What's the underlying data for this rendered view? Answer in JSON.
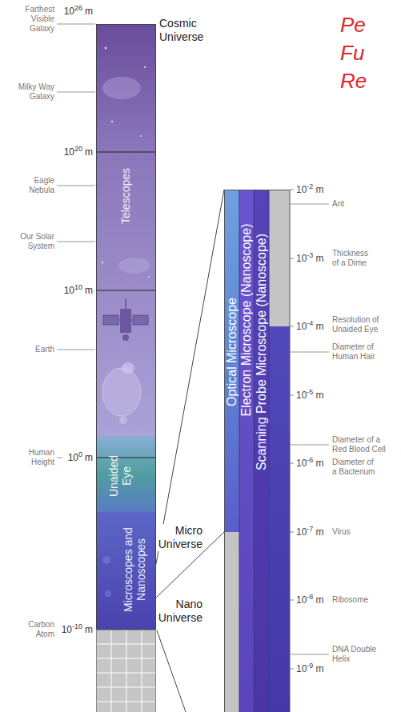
{
  "diagram": {
    "nodes": [
      {
        "text": [
          "Telescopes"
        ]
      },
      {
        "text": [
          "Unaided Eye"
        ]
      },
      {
        "text": [
          "Microscopes and Nanoscopes"
        ]
      },
      {
        "text": [
          "Optical Microscope"
        ]
      },
      {
        "text": [
          "Electron Microscope (Nanoscope)"
        ]
      },
      {
        "text": [
          "Scanning Probe Microscope (Nanoscope)"
        ]
      }
    ],
    "labels": [
      "Pe",
      "Fu",
      "Re",
      "10",
      "26",
      "m",
      "Cosmic Universe",
      "Farthest Visible Galaxy",
      "Milky Way Galaxy",
      "10",
      "20",
      "m",
      "Eagle Nebula",
      "Our Solar System",
      "10",
      "10",
      "m",
      "Earth",
      "Human Height",
      "10",
      "0",
      "m",
      "Micro Universe",
      "Nano Universe",
      "Carbon Atom",
      "10",
      "-10",
      "m",
      "10",
      "-2",
      "m",
      "Ant",
      "10",
      "-3",
      "m",
      "Thickness of a Dime",
      "10",
      "-4",
      "m",
      "Resolution of Unaided Eye",
      "Diameter of Human Hair",
      "10",
      "-5",
      "m",
      "Diameter of a Red Blood Cell",
      "10",
      "-6",
      "m",
      "Diameter of a Bacterium",
      "10",
      "-7",
      "m",
      "Virus",
      "10",
      "-8",
      "m",
      "Ribosome",
      "DNA Double Helix",
      "10",
      "-9",
      "m"
    ]
  }
}
